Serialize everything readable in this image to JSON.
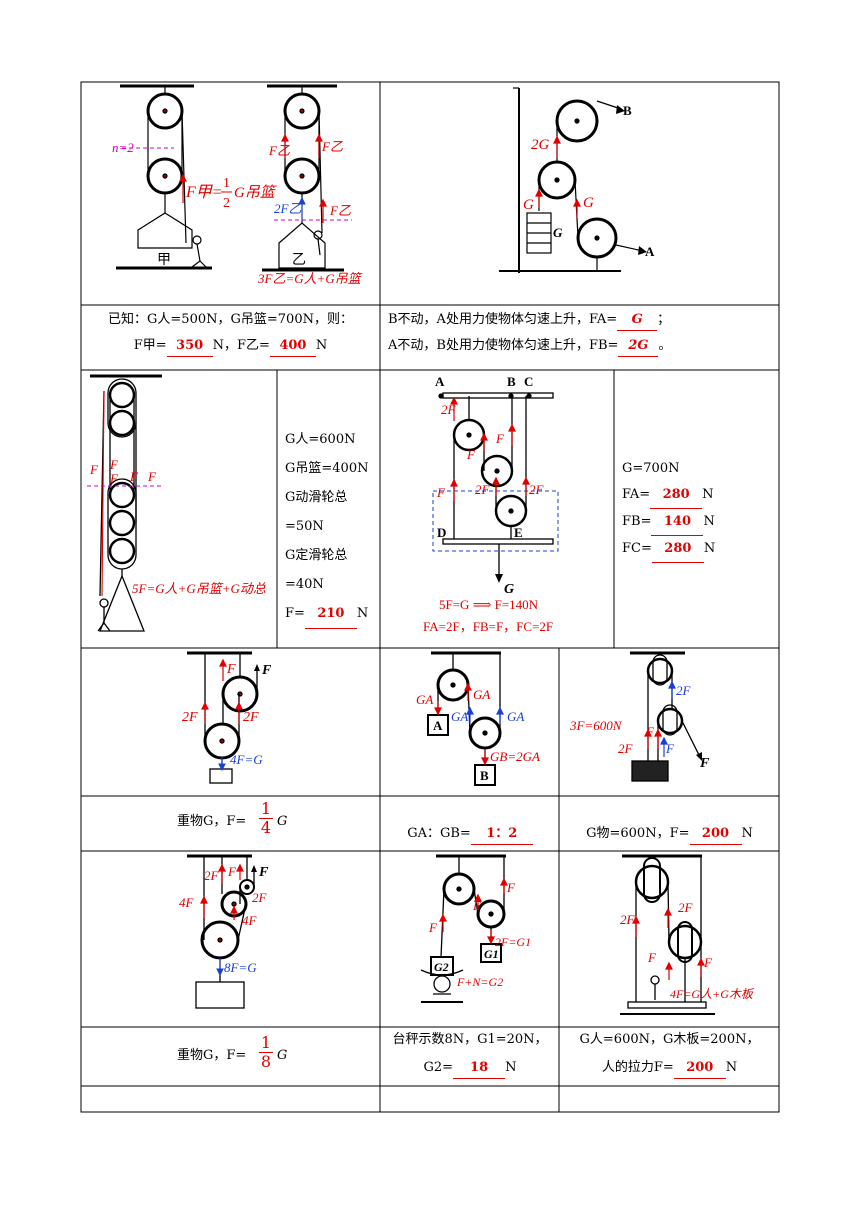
{
  "colors": {
    "red": "#e00000",
    "blue": "#1a3fd8",
    "magenta": "#d000d0",
    "ink": "#000000"
  },
  "d1": {
    "n_label": "n=2",
    "f_jia": "F甲=",
    "half_num": "1",
    "half_den": "2",
    "g_basket": "G吊篮",
    "jia": "甲",
    "yi": "乙",
    "f_yi": "F乙",
    "two_f_yi": "2F乙",
    "eq3": "3F乙=G人+G吊篮"
  },
  "t1": {
    "l1_pre": "已知：G人=500N，G吊篮=700N，则：",
    "f_jia": "F甲=",
    "ans_jia": "350",
    "n1": "N，F乙=",
    "ans_yi": "400",
    "n2": "N"
  },
  "d2": {
    "b": "B",
    "a": "A",
    "g2": "2G",
    "g": "G"
  },
  "t2": {
    "l1_pre": "B不动，A处用力使物体匀速上升，FA=",
    "ans_a": "G",
    "l1_post": "；",
    "l2_pre": "A不动，B处用力使物体匀速上升，FB=",
    "ans_b": "2G",
    "l2_post": "。"
  },
  "d3": {
    "f": "F",
    "eq": "5F=G人+G吊篮+G动总"
  },
  "t3": {
    "g_person": "G人=600N",
    "g_basket": "G吊篮=400N",
    "g_move": "G动滑轮总=50N",
    "g_fixed": "G定滑轮总=40N",
    "f_pre": "F=",
    "ans_f": "210",
    "f_post": "N"
  },
  "d4": {
    "a": "A",
    "b": "B",
    "c": "C",
    "d": "D",
    "e": "E",
    "two_f": "2F",
    "f": "F",
    "g": "G",
    "eq1": "5F=G ⟹ F=140N",
    "eq2": "FA=2F，FB=F，FC=2F"
  },
  "t4": {
    "g": "G=700N",
    "fa_pre": "FA=",
    "ans_fa": "280",
    "fb_pre": "FB=",
    "ans_fb": "140",
    "fc_pre": "FC=",
    "ans_fc": "280",
    "unit": "N"
  },
  "d5": {
    "f": "F",
    "two_f": "2F",
    "four_f": "4F=G"
  },
  "t5": {
    "pre": "重物G，F=",
    "num": "1",
    "den": "4",
    "post": "G"
  },
  "d6": {
    "ga": "GA",
    "a": "A",
    "b": "B",
    "gb": "GB=2GA"
  },
  "t6": {
    "pre": "GA：GB=",
    "ans": "1：2"
  },
  "d7": {
    "three_f": "3F=600N",
    "two_f": "2F",
    "f": "F"
  },
  "t7": {
    "pre": "G物=600N，F=",
    "ans": "200",
    "post": "N"
  },
  "d8": {
    "f": "F",
    "two_f": "2F",
    "four_f": "4F",
    "eight_f": "8F=G"
  },
  "t8": {
    "pre": "重物G，F=",
    "num": "1",
    "den": "8",
    "post": "G"
  },
  "d9": {
    "f": "F",
    "g1": "G1",
    "g2": "G2",
    "two_f": "2F=G1",
    "fn": "F+N=G2"
  },
  "t9": {
    "l1": "台秤示数8N，G1=20N，",
    "pre": "G2=",
    "ans": "18",
    "post": "N"
  },
  "d10": {
    "two_f": "2F",
    "f": "F",
    "eq": "4F=G人+G木板"
  },
  "t10": {
    "l1": "G人=600N，G木板=200N，",
    "pre": "人的拉力F=",
    "ans": "200",
    "post": "N"
  }
}
